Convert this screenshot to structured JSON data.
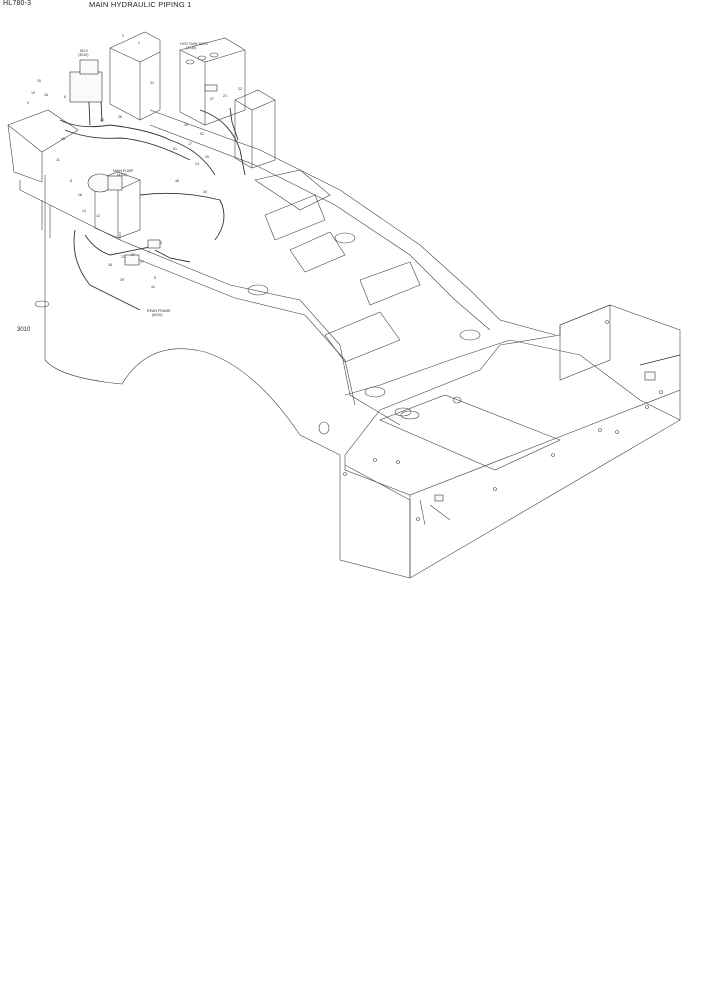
{
  "header": {
    "model": "HL780-3",
    "title": "MAIN HYDRAULIC PIPING 1"
  },
  "page_number": "3010",
  "labels": {
    "mcv": [
      "MCV",
      "(3010)"
    ],
    "hyd_tank": [
      "HYD TANK ASSY",
      "(3130)"
    ],
    "main_pump": [
      "MAIN PUMP",
      "(4110)"
    ],
    "rear_frame": [
      "REAR FRAME",
      "(6020)"
    ]
  },
  "callouts": [
    {
      "id": "c1",
      "text": "2"
    },
    {
      "id": "c2",
      "text": "20"
    },
    {
      "id": "c3",
      "text": "19"
    },
    {
      "id": "c4",
      "text": "31"
    },
    {
      "id": "c5",
      "text": "18"
    },
    {
      "id": "c6",
      "text": "28"
    },
    {
      "id": "c7",
      "text": "40"
    },
    {
      "id": "c8",
      "text": "26"
    },
    {
      "id": "c9",
      "text": "37"
    },
    {
      "id": "c10",
      "text": "21"
    },
    {
      "id": "c11",
      "text": "51"
    },
    {
      "id": "c12",
      "text": "17"
    },
    {
      "id": "c13",
      "text": "52"
    },
    {
      "id": "c14",
      "text": "35"
    },
    {
      "id": "c15",
      "text": "24"
    },
    {
      "id": "c16",
      "text": "48"
    },
    {
      "id": "c17",
      "text": "30"
    },
    {
      "id": "c18",
      "text": "11"
    },
    {
      "id": "c19",
      "text": "8"
    },
    {
      "id": "c20",
      "text": "16"
    },
    {
      "id": "c21",
      "text": "13"
    },
    {
      "id": "c22",
      "text": "12"
    },
    {
      "id": "c23",
      "text": "3"
    },
    {
      "id": "c24",
      "text": "4"
    },
    {
      "id": "c25",
      "text": "5"
    },
    {
      "id": "c26",
      "text": "44"
    },
    {
      "id": "c27",
      "text": "23"
    },
    {
      "id": "c28",
      "text": "27"
    },
    {
      "id": "c29",
      "text": "47"
    },
    {
      "id": "c30",
      "text": "36"
    },
    {
      "id": "c31",
      "text": "39"
    },
    {
      "id": "c32",
      "text": "9"
    },
    {
      "id": "c33",
      "text": "45"
    },
    {
      "id": "c34",
      "text": "22"
    },
    {
      "id": "c35",
      "text": "1"
    },
    {
      "id": "c36",
      "text": "6"
    }
  ]
}
